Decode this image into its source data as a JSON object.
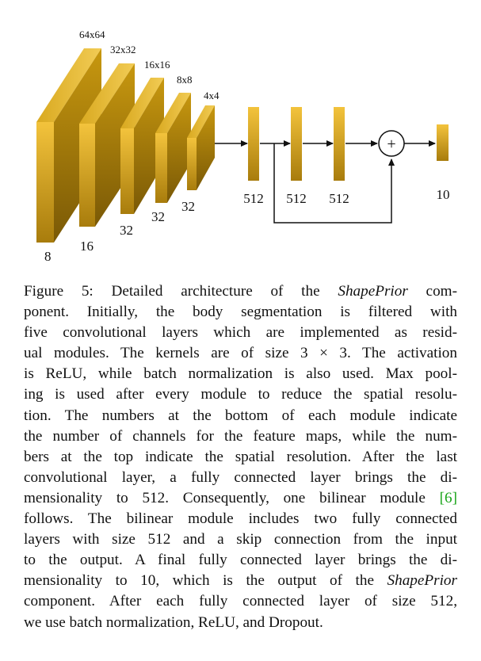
{
  "figure": {
    "conv_modules": [
      {
        "resolution": "64x64",
        "channels": "8"
      },
      {
        "resolution": "32x32",
        "channels": "16"
      },
      {
        "resolution": "16x16",
        "channels": "32"
      },
      {
        "resolution": "8x8",
        "channels": "32"
      },
      {
        "resolution": "4x4",
        "channels": "32"
      }
    ],
    "fc_layers": [
      {
        "size": "512"
      },
      {
        "size": "512"
      },
      {
        "size": "512"
      },
      {
        "size": "10"
      }
    ],
    "sum_symbol": "+",
    "colors": {
      "block_light": "#f3c33c",
      "block_dark": "#a87c0c",
      "block_top": "#e3b532",
      "block_side": "#8a6508"
    }
  },
  "caption": {
    "lines": [
      [
        "Figure 5:  Detailed architecture of the ",
        {
          "em": "ShapePrior"
        },
        " com-"
      ],
      [
        "ponent.  Initially, the body segmentation is filtered with"
      ],
      [
        "five convolutional layers which are implemented as resid-"
      ],
      [
        "ual modules. The kernels are of size 3 × 3. The activation"
      ],
      [
        "is ReLU, while batch normalization is also used. Max pool-"
      ],
      [
        "ing is used after every module to reduce the spatial resolu-"
      ],
      [
        "tion.  The numbers at the bottom of each module indicate"
      ],
      [
        "the number of channels for the feature maps, while the num-"
      ],
      [
        "bers at the top indicate the spatial resolution. After the last"
      ],
      [
        "convolutional layer, a fully connected layer brings the di-"
      ],
      [
        "mensionality to 512. Consequently, one bilinear module ",
        {
          "ref": "[6]"
        }
      ],
      [
        "follows. The bilinear module includes two fully connected"
      ],
      [
        "layers with size 512 and a skip connection from the input"
      ],
      [
        "to the output.  A final fully connected layer brings the di-"
      ],
      [
        "mensionality to 10, which is the output of the ",
        {
          "em": "ShapePrior"
        }
      ],
      [
        "component.  After each fully connected layer of size 512,"
      ],
      [
        "we use batch normalization, ReLU, and Dropout."
      ]
    ]
  }
}
